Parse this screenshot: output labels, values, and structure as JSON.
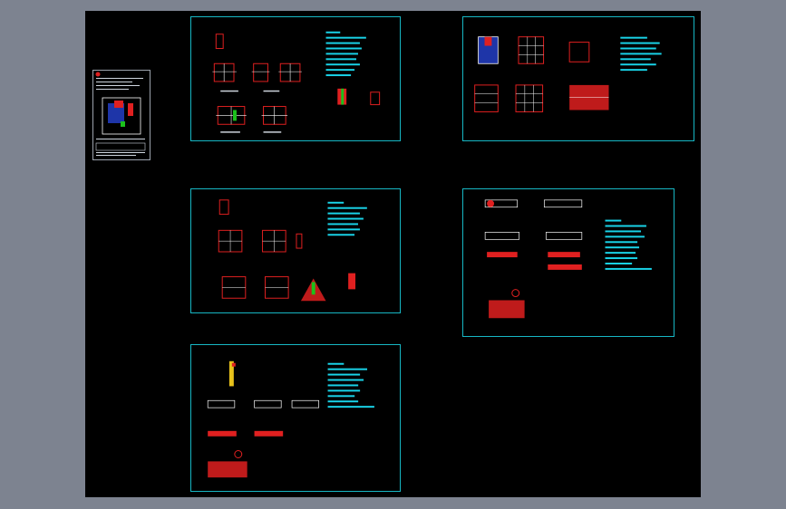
{
  "window": {
    "title": ""
  },
  "canvas": {
    "background": "#000000",
    "viewport": "#7d8390"
  },
  "colors": {
    "frame": "#17b7c4",
    "accent": "#e02020",
    "line": "#ffffff",
    "note": "#19d3e8"
  },
  "sheets": [
    {
      "id": "sheet-1",
      "name": "drawing-sheet-top-left"
    },
    {
      "id": "sheet-2",
      "name": "drawing-sheet-top-right"
    },
    {
      "id": "sheet-3",
      "name": "drawing-sheet-middle-left"
    },
    {
      "id": "sheet-4",
      "name": "drawing-sheet-middle-right"
    },
    {
      "id": "sheet-5",
      "name": "drawing-sheet-bottom-left"
    }
  ],
  "small_sheet": {
    "name": "title-block-sheet"
  }
}
